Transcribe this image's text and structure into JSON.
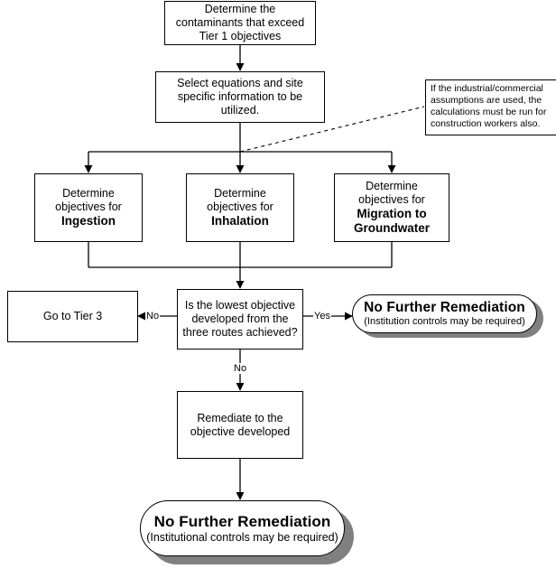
{
  "diagram": {
    "title": "Tier 2 remediation objectives decision flowchart",
    "colors": {
      "line": "#000000",
      "fill": "#ffffff",
      "shadow": "#808080"
    }
  },
  "nodes": {
    "determine_contaminants": {
      "lines": [
        "Determine the",
        "contaminants that exceed",
        "Tier 1 objectives"
      ]
    },
    "select_equations": {
      "lines": [
        "Select equations and site",
        "specific information to be",
        "utilized."
      ]
    },
    "objectives_ingestion": {
      "lines": [
        "Determine",
        "objectives for"
      ],
      "emphasis": [
        "Ingestion"
      ]
    },
    "objectives_inhalation": {
      "lines": [
        "Determine",
        "objectives for"
      ],
      "emphasis": [
        "Inhalation"
      ]
    },
    "objectives_migration": {
      "lines": [
        "Determine",
        "objectives for"
      ],
      "emphasis": [
        "Migration to",
        "Groundwater"
      ]
    },
    "decision_lowest_objective": {
      "lines": [
        "Is the lowest objective",
        "developed from the",
        "three routes achieved?"
      ]
    },
    "go_to_tier_3": {
      "lines": [
        "Go to Tier 3"
      ]
    },
    "no_further_remediation_yes": {
      "title": "No Further Remediation",
      "subtitle": "(Institution controls may be required)"
    },
    "remediate_to_objective": {
      "lines": [
        "Remediate to the",
        "objective developed"
      ]
    },
    "no_further_remediation_end": {
      "title": "No Further Remediation",
      "subtitle": "(Institutional controls may be required)"
    }
  },
  "note": {
    "lines": [
      "If the industrial/commercial",
      "assumptions are used, the",
      "calculations must be run for",
      "construction workers also."
    ]
  },
  "edge_labels": {
    "no_left": "No",
    "yes_right": "Yes",
    "no_down": "No"
  }
}
